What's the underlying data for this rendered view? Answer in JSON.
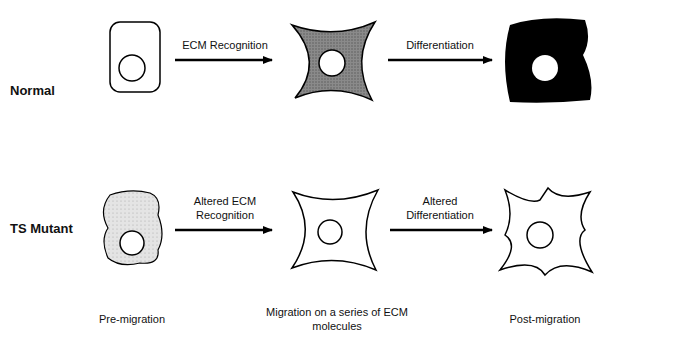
{
  "diagram": {
    "labels": [
      "Normal",
      "TS Mutant",
      "ECM Recognition",
      "Differentiation",
      "Altered ECM Recognition",
      "Altered Differentiation",
      "Pre-migration",
      "Migration on a series of ECM molecules",
      "Post-migration"
    ]
  }
}
